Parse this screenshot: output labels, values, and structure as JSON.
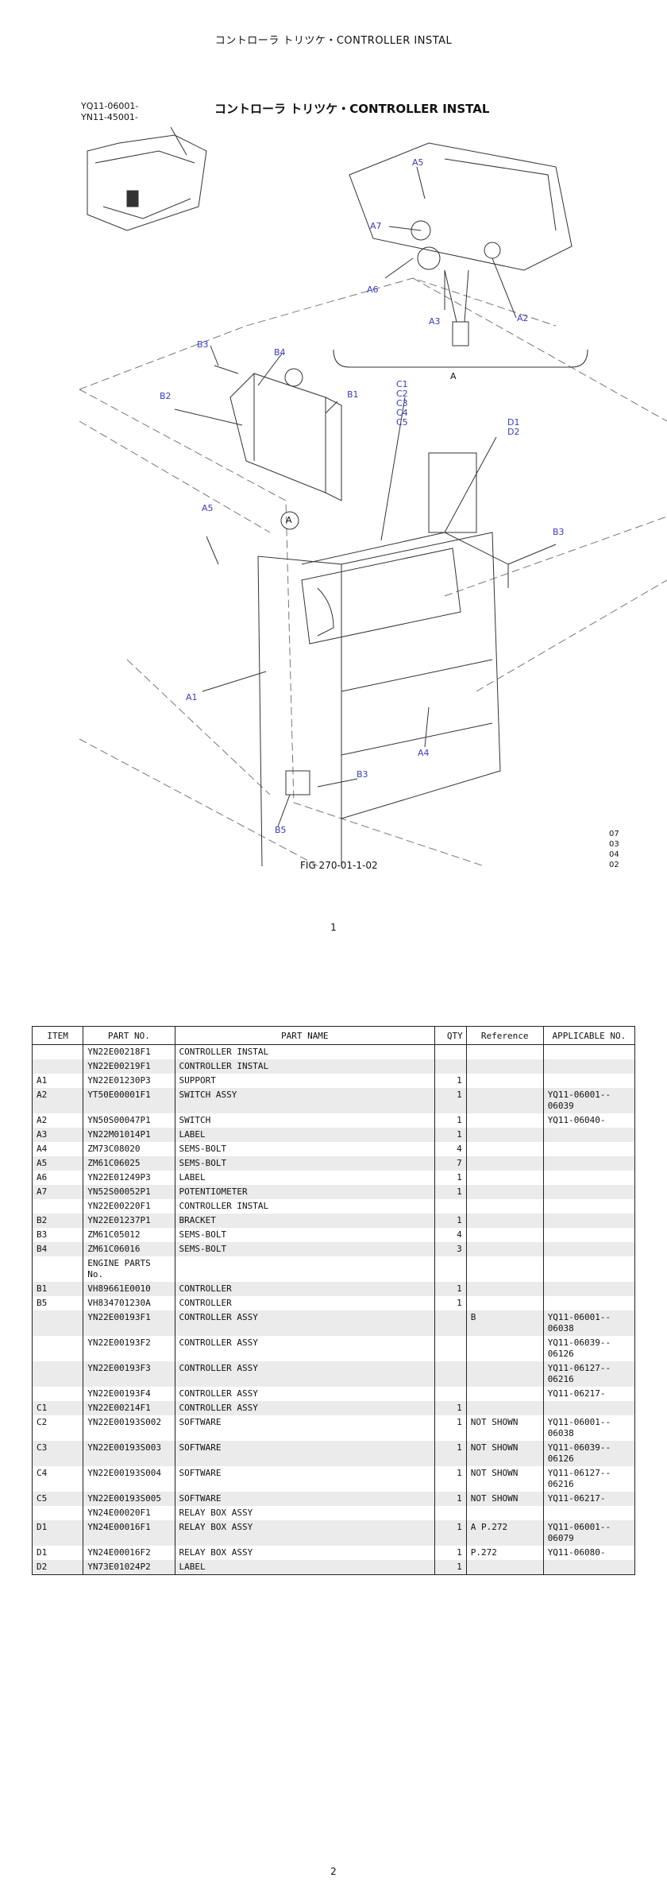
{
  "header": {
    "title": "コントローラ トリツケ・CONTROLLER INSTAL"
  },
  "diagram": {
    "serial_lines": [
      "YQ11-06001-",
      "YN11-45001-"
    ],
    "title": "コントローラ トリツケ・CONTROLLER INSTAL",
    "callouts": {
      "a5_top": "A5",
      "a7": "A7",
      "a6": "A6",
      "a3": "A3",
      "a2": "A2",
      "a_circle_top": "A",
      "b3_top": "B3",
      "b4": "B4",
      "b2": "B2",
      "b1": "B1",
      "c_group": [
        "C1",
        "C2",
        "C3",
        "C4",
        "C5"
      ],
      "d_group": [
        "D1",
        "D2"
      ],
      "a5_mid": "A5",
      "a_circle_mid": "A",
      "b3_right": "B3",
      "a1": "A1",
      "a4": "A4",
      "b3_bottom": "B3",
      "b5": "B5"
    },
    "figure_caption": "FIG 270-01-1-02",
    "revision_codes": [
      "07",
      "03",
      "04",
      "02"
    ]
  },
  "page_numbers": {
    "first": "1",
    "second": "2"
  },
  "parts_table": {
    "headers": [
      "ITEM",
      "PART NO.",
      "PART NAME",
      "QTY",
      "Reference",
      "APPLICABLE NO."
    ],
    "rows": [
      {
        "item": "",
        "part_no": "YN22E00218F1",
        "name": "CONTROLLER INSTAL",
        "qty": "",
        "ref": "",
        "app": ""
      },
      {
        "item": "",
        "part_no": "YN22E00219F1",
        "name": "CONTROLLER INSTAL",
        "qty": "",
        "ref": "",
        "app": ""
      },
      {
        "item": "A1",
        "part_no": "YN22E01230P3",
        "name": "SUPPORT",
        "qty": "1",
        "ref": "",
        "app": ""
      },
      {
        "item": "A2",
        "part_no": "YT50E00001F1",
        "name": "SWITCH ASSY",
        "qty": "1",
        "ref": "",
        "app": "YQ11-06001--\n06039"
      },
      {
        "item": "A2",
        "part_no": "YN50S00047P1",
        "name": "SWITCH",
        "qty": "1",
        "ref": "",
        "app": "YQ11-06040-"
      },
      {
        "item": "A3",
        "part_no": "YN22M01014P1",
        "name": "LABEL",
        "qty": "1",
        "ref": "",
        "app": ""
      },
      {
        "item": "A4",
        "part_no": "ZM73C08020",
        "name": "SEMS-BOLT",
        "qty": "4",
        "ref": "",
        "app": ""
      },
      {
        "item": "A5",
        "part_no": "ZM61C06025",
        "name": "SEMS-BOLT",
        "qty": "7",
        "ref": "",
        "app": ""
      },
      {
        "item": "A6",
        "part_no": "YN22E01249P3",
        "name": "LABEL",
        "qty": "1",
        "ref": "",
        "app": ""
      },
      {
        "item": "A7",
        "part_no": "YN52S00052P1",
        "name": "POTENTIOMETER",
        "qty": "1",
        "ref": "",
        "app": ""
      },
      {
        "item": "",
        "part_no": "YN22E00220F1",
        "name": "CONTROLLER INSTAL",
        "qty": "",
        "ref": "",
        "app": ""
      },
      {
        "item": "B2",
        "part_no": "YN22E01237P1",
        "name": "BRACKET",
        "qty": "1",
        "ref": "",
        "app": ""
      },
      {
        "item": "B3",
        "part_no": "ZM61C05012",
        "name": "SEMS-BOLT",
        "qty": "4",
        "ref": "",
        "app": ""
      },
      {
        "item": "B4",
        "part_no": "ZM61C06016",
        "name": "SEMS-BOLT",
        "qty": "3",
        "ref": "",
        "app": ""
      },
      {
        "item": "",
        "part_no": "ENGINE PARTS\nNo.",
        "name": "",
        "qty": "",
        "ref": "",
        "app": ""
      },
      {
        "item": "B1",
        "part_no": "VH89661E0010",
        "name": "CONTROLLER",
        "qty": "1",
        "ref": "",
        "app": ""
      },
      {
        "item": "B5",
        "part_no": "VH834701230A",
        "name": "CONTROLLER",
        "qty": "1",
        "ref": "",
        "app": ""
      },
      {
        "item": "",
        "part_no": "YN22E00193F1",
        "name": "CONTROLLER ASSY",
        "qty": "",
        "ref": "B",
        "app": "YQ11-06001--\n06038"
      },
      {
        "item": "",
        "part_no": "YN22E00193F2",
        "name": "CONTROLLER ASSY",
        "qty": "",
        "ref": "",
        "app": "YQ11-06039--\n06126"
      },
      {
        "item": "",
        "part_no": "YN22E00193F3",
        "name": "CONTROLLER ASSY",
        "qty": "",
        "ref": "",
        "app": "YQ11-06127--\n06216"
      },
      {
        "item": "",
        "part_no": "YN22E00193F4",
        "name": "CONTROLLER ASSY",
        "qty": "",
        "ref": "",
        "app": "YQ11-06217-"
      },
      {
        "item": "C1",
        "part_no": "YN22E00214F1",
        "name": "CONTROLLER ASSY",
        "qty": "1",
        "ref": "",
        "app": ""
      },
      {
        "item": "C2",
        "part_no": "YN22E00193S002",
        "name": "SOFTWARE",
        "qty": "1",
        "ref": "NOT SHOWN",
        "app": "YQ11-06001--\n06038"
      },
      {
        "item": "C3",
        "part_no": "YN22E00193S003",
        "name": "SOFTWARE",
        "qty": "1",
        "ref": "NOT SHOWN",
        "app": "YQ11-06039--\n06126"
      },
      {
        "item": "C4",
        "part_no": "YN22E00193S004",
        "name": "SOFTWARE",
        "qty": "1",
        "ref": "NOT SHOWN",
        "app": "YQ11-06127--\n06216"
      },
      {
        "item": "C5",
        "part_no": "YN22E00193S005",
        "name": "SOFTWARE",
        "qty": "1",
        "ref": "NOT SHOWN",
        "app": "YQ11-06217-"
      },
      {
        "item": "",
        "part_no": "YN24E00020F1",
        "name": "RELAY BOX ASSY",
        "qty": "",
        "ref": "",
        "app": ""
      },
      {
        "item": "D1",
        "part_no": "YN24E00016F1",
        "name": "RELAY BOX ASSY",
        "qty": "1",
        "ref": "A P.272",
        "app": "YQ11-06001--\n06079"
      },
      {
        "item": "D1",
        "part_no": "YN24E00016F2",
        "name": "RELAY BOX ASSY",
        "qty": "1",
        "ref": "P.272",
        "app": "YQ11-06080-"
      },
      {
        "item": "D2",
        "part_no": "YN73E01024P2",
        "name": "LABEL",
        "qty": "1",
        "ref": "",
        "app": ""
      }
    ]
  }
}
